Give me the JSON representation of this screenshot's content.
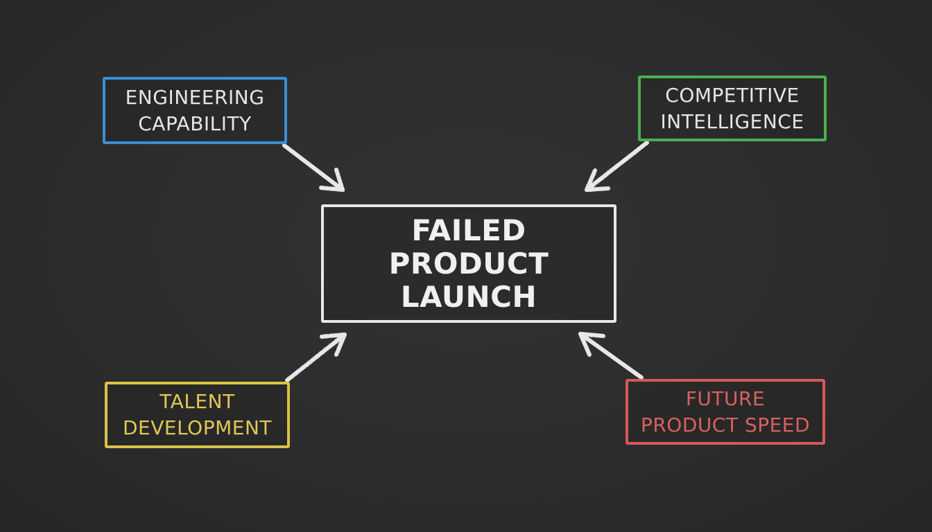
{
  "diagram": {
    "background_color": "#2d2d2d",
    "center": {
      "lines": [
        "FAILED",
        "PRODUCT",
        "LAUNCH"
      ],
      "color": "#e8e8e8"
    },
    "nodes": [
      {
        "id": "engineering-capability",
        "lines": [
          "ENGINEERING",
          "CAPABILITY"
        ],
        "border_color": "#3d8fd1",
        "text_color": "#e6e6e6",
        "position": "top-left"
      },
      {
        "id": "competitive-intelligence",
        "lines": [
          "COMPETITIVE",
          "INTELLIGENCE"
        ],
        "border_color": "#4caf50",
        "text_color": "#e6e6e6",
        "position": "top-right"
      },
      {
        "id": "talent-development",
        "lines": [
          "TALENT",
          "DEVELOPMENT"
        ],
        "border_color": "#d9c24a",
        "text_color": "#e0c855",
        "position": "bottom-left"
      },
      {
        "id": "future-product-speed",
        "lines": [
          "FUTURE",
          "PRODUCT SPEED"
        ],
        "border_color": "#d9585a",
        "text_color": "#d9605e",
        "position": "bottom-right"
      }
    ],
    "arrows": [
      {
        "from": "engineering-capability",
        "to": "center",
        "color": "#e8e8e8"
      },
      {
        "from": "competitive-intelligence",
        "to": "center",
        "color": "#e8e8e8"
      },
      {
        "from": "talent-development",
        "to": "center",
        "color": "#e8e8e8"
      },
      {
        "from": "future-product-speed",
        "to": "center",
        "color": "#e8e8e8"
      }
    ]
  }
}
